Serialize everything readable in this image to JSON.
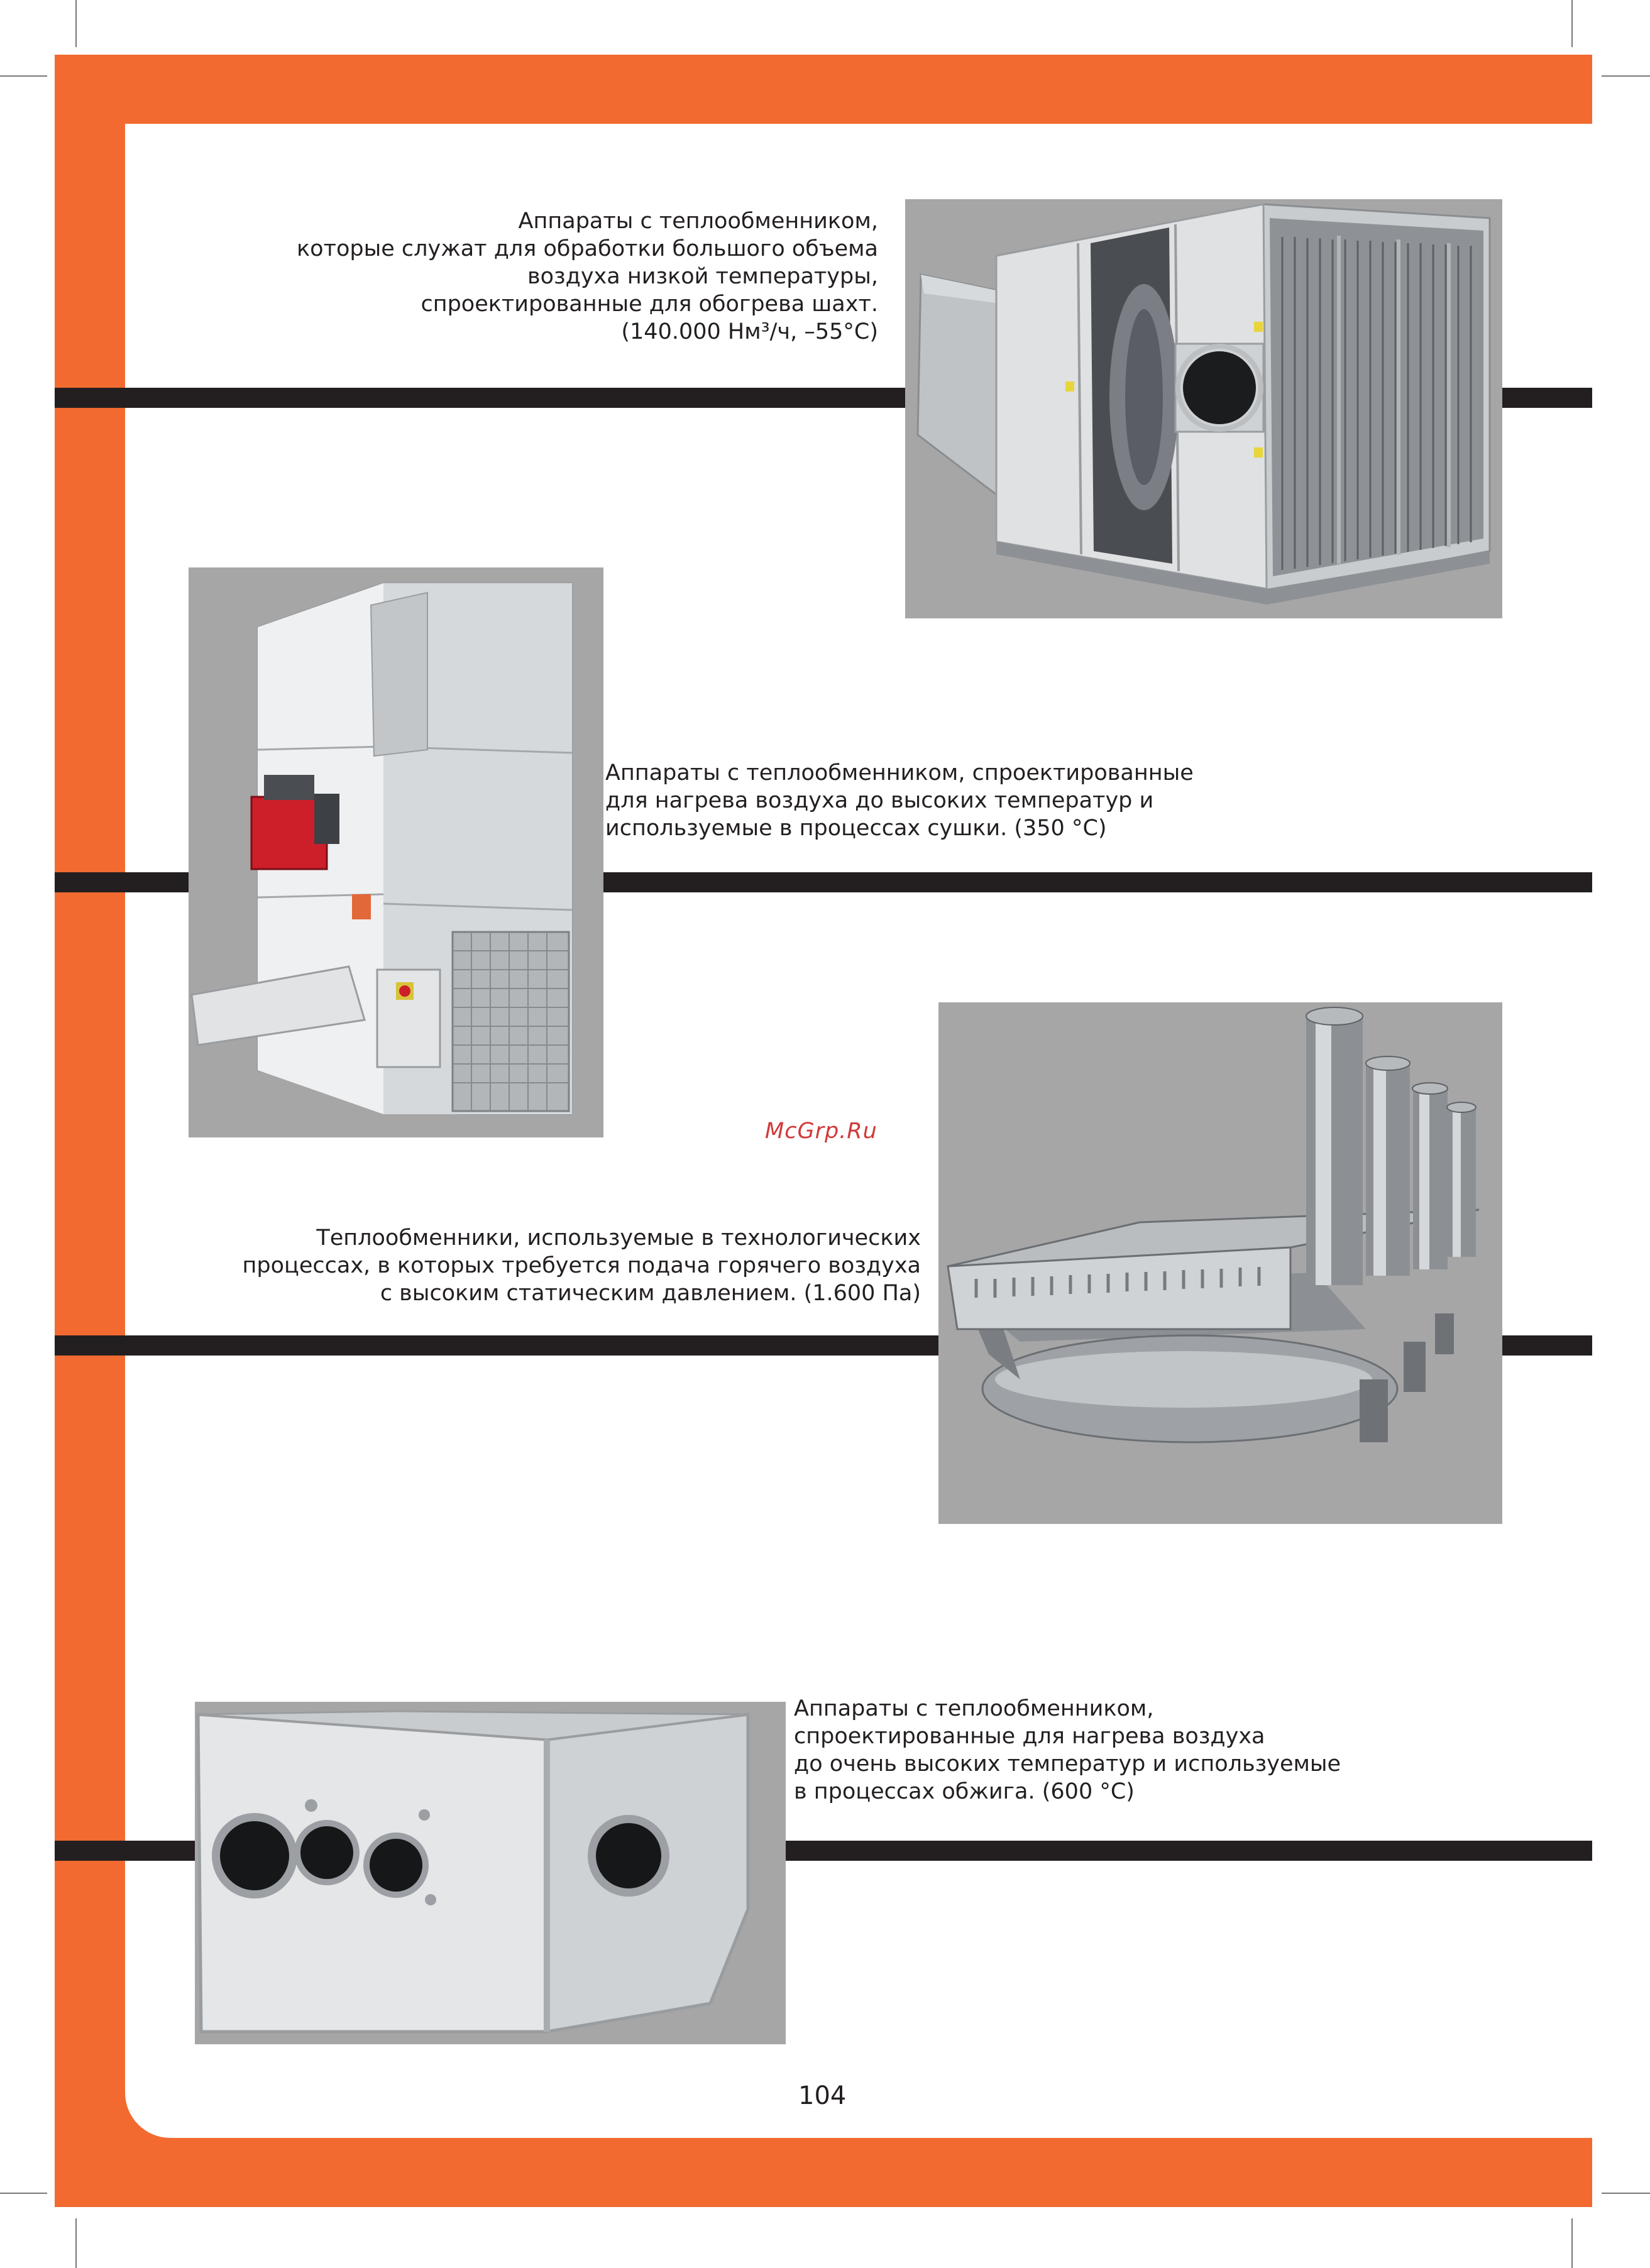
{
  "page_number": "104",
  "watermark": "McGrp.Ru",
  "colors": {
    "frame": "#f26a30",
    "bars": "#231f20",
    "photo_bg": "#a7a6a7"
  },
  "sections": [
    {
      "id": "mine-heating",
      "caption_lines": [
        "Аппараты с теплообменником,",
        "которые служат для обработки большого объема",
        "воздуха низкой температуры,",
        "спроектированные для обогрева шахт.",
        "(140.000 Нм³/ч, –55°C)"
      ],
      "image_subject": "air-handling-unit-with-coil"
    },
    {
      "id": "drying",
      "caption_lines": [
        "Аппараты с теплообменником, спроектированные",
        "для нагрева воздуха до высоких температур и",
        "используемые в процессах сушки. (350 °C)"
      ],
      "image_subject": "burner-heater-cabinet"
    },
    {
      "id": "process-hot-air",
      "caption_lines": [
        "Теплообменники, используемые в технологических",
        "процессах, в которых требуется подача горячего воздуха",
        "с высоким статическим давлением. (1.600 Па)"
      ],
      "image_subject": "tube-heat-exchanger-with-chimneys"
    },
    {
      "id": "firing",
      "caption_lines": [
        "Аппараты с теплообменником,",
        "спроектированные для нагрева воздуха",
        "до очень высоких температур и используемые",
        "в процессах обжига. (600 °C)"
      ],
      "image_subject": "box-heat-exchanger-with-round-ports"
    }
  ]
}
